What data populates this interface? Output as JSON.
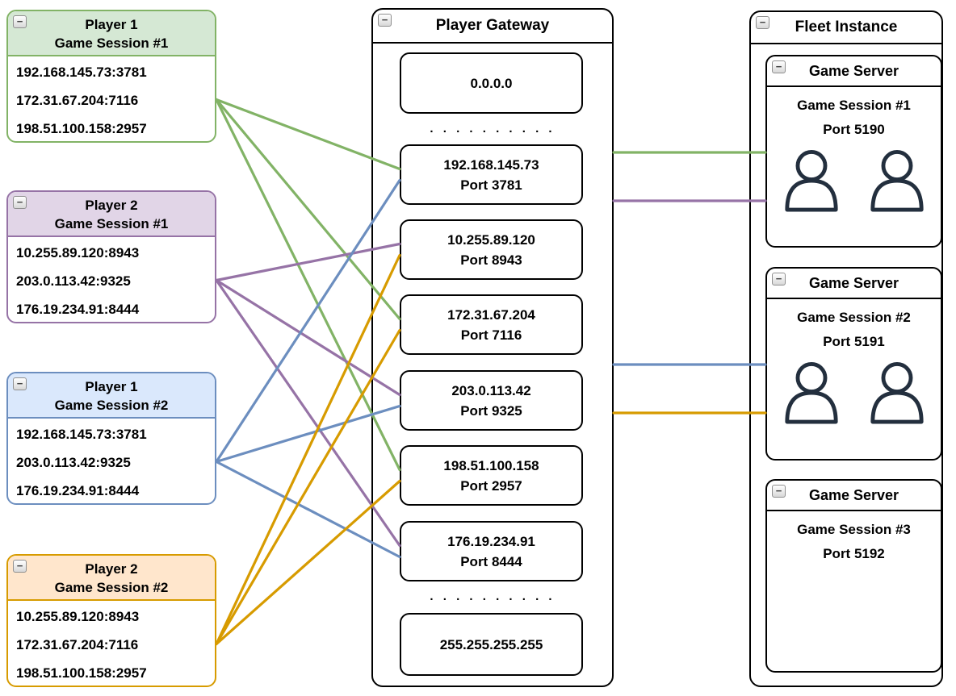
{
  "players": [
    {
      "id": "player-1-session-1",
      "title_line1": "Player 1",
      "title_line2": "Game Session #1",
      "color": "#82b366",
      "fill": "#d5e8d4",
      "endpoints": [
        "192.168.145.73:3781",
        "172.31.67.204:7116",
        "198.51.100.158:2957"
      ]
    },
    {
      "id": "player-2-session-1",
      "title_line1": "Player 2",
      "title_line2": "Game Session #1",
      "color": "#9673a6",
      "fill": "#e1d5e7",
      "endpoints": [
        "10.255.89.120:8943",
        "203.0.113.42:9325",
        "176.19.234.91:8444"
      ]
    },
    {
      "id": "player-1-session-2",
      "title_line1": "Player 1",
      "title_line2": "Game Session #2",
      "color": "#6c8ebf",
      "fill": "#dae8fc",
      "endpoints": [
        "192.168.145.73:3781",
        "203.0.113.42:9325",
        "176.19.234.91:8444"
      ]
    },
    {
      "id": "player-2-session-2",
      "title_line1": "Player 2",
      "title_line2": "Game Session #2",
      "color": "#d79b00",
      "fill": "#ffe6cc",
      "endpoints": [
        "10.255.89.120:8943",
        "172.31.67.204:7116",
        "198.51.100.158:2957"
      ]
    }
  ],
  "gateway": {
    "title": "Player Gateway",
    "top_address": "0.0.0.0",
    "bottom_address": "255.255.255.255",
    "dots_top": ". . . . . . . . . .",
    "dots_bottom": ". . . . . . . . . .",
    "entries": [
      {
        "ip": "192.168.145.73",
        "port": "Port 3781"
      },
      {
        "ip": "10.255.89.120",
        "port": "Port 8943"
      },
      {
        "ip": "172.31.67.204",
        "port": "Port 7116"
      },
      {
        "ip": "203.0.113.42",
        "port": "Port 9325"
      },
      {
        "ip": "198.51.100.158",
        "port": "Port 2957"
      },
      {
        "ip": "176.19.234.91",
        "port": "Port 8444"
      }
    ]
  },
  "fleet": {
    "title": "Fleet Instance",
    "servers": [
      {
        "header": "Game Server",
        "session": "Game Session #1",
        "port": "Port 5190",
        "player_icons": 2
      },
      {
        "header": "Game Server",
        "session": "Game Session #2",
        "port": "Port 5191",
        "player_icons": 2
      },
      {
        "header": "Game Server",
        "session": "Game Session #3",
        "port": "Port 5192",
        "player_icons": 0
      }
    ]
  },
  "icons": {
    "collapse_glyph": "−",
    "person": "person-outline-icon"
  },
  "colors": {
    "green": "#82b366",
    "purple": "#9673a6",
    "blue": "#6c8ebf",
    "orange": "#d79b00",
    "box_border": "#000000",
    "person_icon": "#232f3e",
    "green_fill": "#d5e8d4",
    "purple_fill": "#e1d5e7",
    "blue_fill": "#dae8fc",
    "orange_fill": "#ffe6cc"
  },
  "edges": {
    "player_to_gateway": [
      {
        "from": 0,
        "to": 0
      },
      {
        "from": 2,
        "to": 0
      },
      {
        "from": 1,
        "to": 1
      },
      {
        "from": 3,
        "to": 1
      },
      {
        "from": 0,
        "to": 2
      },
      {
        "from": 3,
        "to": 2
      },
      {
        "from": 1,
        "to": 3
      },
      {
        "from": 2,
        "to": 3
      },
      {
        "from": 0,
        "to": 4
      },
      {
        "from": 3,
        "to": 4
      },
      {
        "from": 1,
        "to": 5
      },
      {
        "from": 2,
        "to": 5
      }
    ],
    "gateway_to_server": [
      {
        "server": 0,
        "slot": "upper",
        "color_from_player": 0
      },
      {
        "server": 0,
        "slot": "lower",
        "color_from_player": 1
      },
      {
        "server": 1,
        "slot": "upper",
        "color_from_player": 2
      },
      {
        "server": 1,
        "slot": "lower",
        "color_from_player": 3
      }
    ]
  }
}
